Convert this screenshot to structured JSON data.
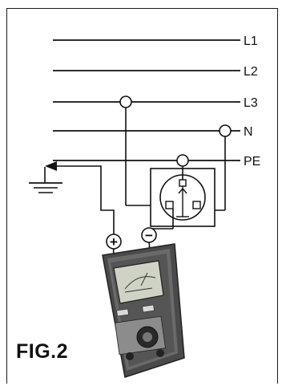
{
  "figure": {
    "label": "FIG.2"
  },
  "conductors": [
    {
      "name": "L1"
    },
    {
      "name": "L2"
    },
    {
      "name": "L3"
    },
    {
      "name": "N"
    },
    {
      "name": "PE"
    }
  ],
  "meter": {
    "positive_terminal": "+",
    "negative_terminal": "−"
  },
  "icons": [
    "earth-ground-icon",
    "socket-outlet-icon",
    "multimeter-icon"
  ],
  "colors": {
    "line": "#111111",
    "meter_body": "#4a4a4a",
    "meter_screen": "#cfd3c6"
  }
}
